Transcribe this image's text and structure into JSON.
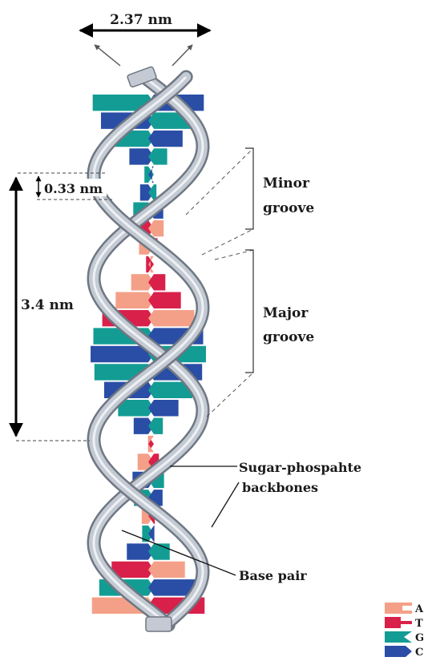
{
  "dimensions": {
    "width_label": "2.37 nm",
    "rise_label": "0.33 nm",
    "pitch_label": "3.4 nm"
  },
  "labels": {
    "minor_groove": [
      "Minor",
      "groove"
    ],
    "major_groove": [
      "Major",
      "groove"
    ],
    "backbones": [
      "Sugar-phospahte",
      "backbones"
    ],
    "base_pair": "Base pair"
  },
  "legend": [
    {
      "letter": "A",
      "color": "#f4a088"
    },
    {
      "letter": "T",
      "color": "#d9204a"
    },
    {
      "letter": "G",
      "color": "#139c94"
    },
    {
      "letter": "C",
      "color": "#2a4ea6"
    }
  ],
  "colors": {
    "backbone": "#c3cad3",
    "backbone_edge": "#6f7782",
    "arrow": "#000000"
  }
}
